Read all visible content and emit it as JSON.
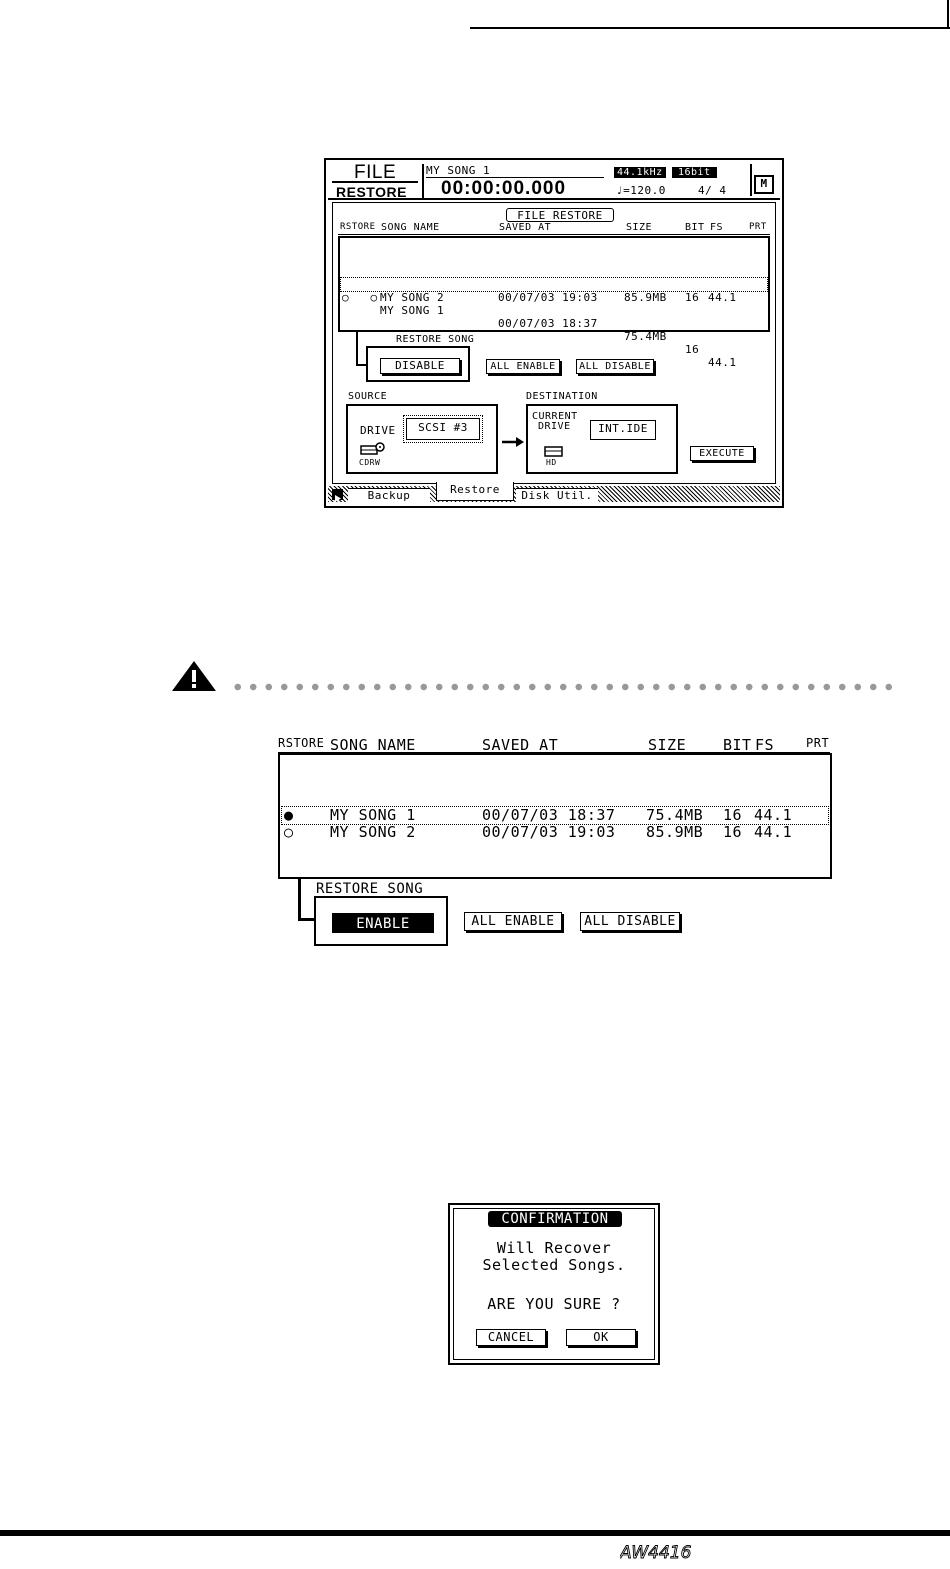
{
  "screen1": {
    "title_top": "FILE",
    "title_bottom": "RESTORE",
    "song_title": "MY SONG 1",
    "time": "00:00:00.000",
    "sample_rate": "44.1kHz",
    "bit_depth": "16bit",
    "tempo": "♩=120.0",
    "meter": "4/ 4",
    "meter_icon": "M",
    "panel_title": "FILE RESTORE",
    "columns": [
      "RSTORE",
      "SONG NAME",
      "SAVED AT",
      "SIZE",
      "BIT",
      "FS",
      "PRT"
    ],
    "rows": [
      {
        "radio": "○",
        "name": "MY SONG 1",
        "saved": "00/07/03 18:37",
        "size": "75.4MB",
        "bit": "16",
        "fs": "44.1"
      },
      {
        "radio": "○",
        "name": "MY SONG 2",
        "saved": "00/07/03 19:03",
        "size": "85.9MB",
        "bit": "16",
        "fs": "44.1"
      }
    ],
    "restore_song_label": "RESTORE SONG",
    "restore_state": "DISABLE",
    "all_enable": "ALL ENABLE",
    "all_disable": "ALL DISABLE",
    "source_label": "SOURCE",
    "drive_label": "DRIVE",
    "drive_value": "SCSI #3",
    "source_media": "CDRW",
    "destination_label": "DESTINATION",
    "current_drive_label_1": "CURRENT",
    "current_drive_label_2": "DRIVE",
    "dest_drive_value": "INT.IDE",
    "dest_media": "HD",
    "execute": "EXECUTE",
    "tabs": [
      "Backup",
      "Restore",
      "Disk Util."
    ]
  },
  "screen2": {
    "columns": [
      "RSTORE",
      "SONG NAME",
      "SAVED AT",
      "SIZE",
      "BIT",
      "FS",
      "PRT"
    ],
    "rows": [
      {
        "radio": "●",
        "name": "MY SONG 1",
        "saved": "00/07/03 18:37",
        "size": "75.4MB",
        "bit": "16",
        "fs": "44.1"
      },
      {
        "radio": "○",
        "name": "MY SONG 2",
        "saved": "00/07/03 19:03",
        "size": "85.9MB",
        "bit": "16",
        "fs": "44.1"
      }
    ],
    "restore_song_label": "RESTORE SONG",
    "restore_state": "ENABLE",
    "all_enable": "ALL ENABLE",
    "all_disable": "ALL DISABLE"
  },
  "dialog": {
    "title": "CONFIRMATION",
    "line1": "Will Recover",
    "line2": "Selected Songs.",
    "question": "ARE YOU SURE ?",
    "cancel": "CANCEL",
    "ok": "OK"
  },
  "footer": {
    "logo": "AW4416"
  }
}
